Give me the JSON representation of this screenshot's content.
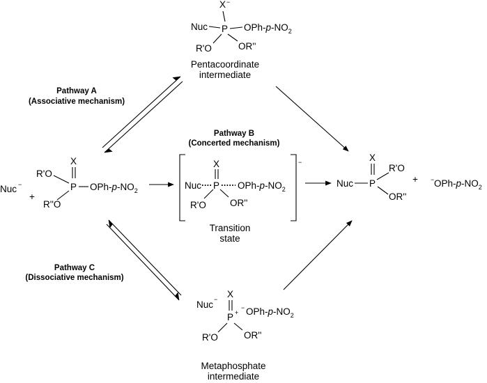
{
  "top": {
    "x": "X",
    "minus": "−",
    "nuc": "Nuc",
    "p": "P",
    "oph": "OPh-p-NO2",
    "ro": "R'O",
    "or": "OR''",
    "caption1": "Pentacoordinate",
    "caption2": "intermediate"
  },
  "pathway_a": {
    "title": "Pathway A",
    "subtitle": "(Associative mechanism)"
  },
  "pathway_b": {
    "title": "Pathway B",
    "subtitle": "(Concerted mechanism)"
  },
  "pathway_c": {
    "title": "Pathway C",
    "subtitle": "(Dissociative mechanism)"
  },
  "reactant": {
    "nuc": "Nuc",
    "minus": "−",
    "plus": "+",
    "x": "X",
    "ro": "R'O",
    "rpo": "R''O",
    "p": "P",
    "oph": "OPh-p-NO2"
  },
  "ts": {
    "x": "X",
    "nuc": "Nuc",
    "p": "P",
    "oph": "OPh-p-NO2",
    "ro": "R'O",
    "or": "OR''",
    "charge": "−",
    "caption1": "Transition",
    "caption2": "state"
  },
  "product": {
    "x": "X",
    "nuc": "Nuc",
    "p": "P",
    "ro": "R'O",
    "or": "OR''",
    "plus": "+",
    "minus": "−",
    "leaving": "OPh-p-NO2"
  },
  "bottom": {
    "nuc": "Nuc",
    "minus": "−",
    "x": "X",
    "p": "P",
    "pcharge": "+",
    "minus2": "−",
    "oph": "OPh-p-NO2",
    "ro": "R'O",
    "or": "OR''",
    "caption1": "Metaphosphate",
    "caption2": "intermediate"
  }
}
